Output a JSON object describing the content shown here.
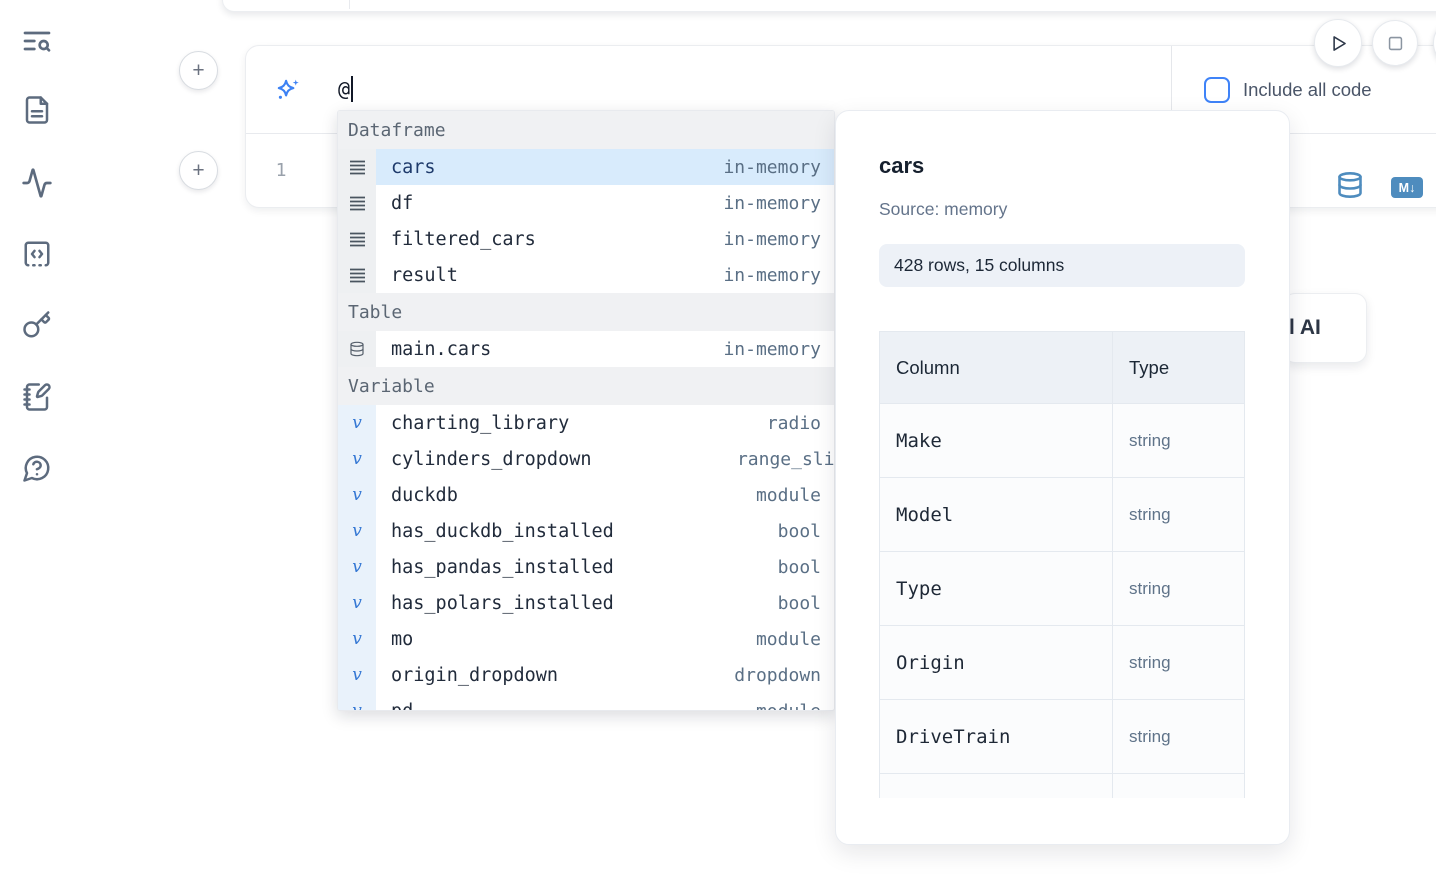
{
  "sidebar": {
    "items": [
      {
        "icon": "toc-search-icon"
      },
      {
        "icon": "documentation-icon"
      },
      {
        "icon": "tracing-icon"
      },
      {
        "icon": "snippets-icon"
      },
      {
        "icon": "shortcuts-icon"
      },
      {
        "icon": "scratchpad-icon"
      },
      {
        "icon": "help-icon"
      }
    ]
  },
  "toolbar": {
    "run_icon": "play-icon",
    "stop_icon": "stop-icon"
  },
  "ai_prompt": {
    "value": "@",
    "sparkle_icon": "sparkles-icon",
    "include_all_code_label": "Include all code",
    "checkbox_checked": false
  },
  "editor": {
    "line_number": "1",
    "database_icon": "database-icon",
    "markdown_badge": "M↓"
  },
  "autocomplete": {
    "sections": [
      {
        "label": "Dataframe",
        "items": [
          {
            "icon": "dataframe-icon",
            "name": "cars",
            "type": "in-memory",
            "selected": true
          },
          {
            "icon": "dataframe-icon",
            "name": "df",
            "type": "in-memory",
            "selected": false
          },
          {
            "icon": "dataframe-icon",
            "name": "filtered_cars",
            "type": "in-memory",
            "selected": false
          },
          {
            "icon": "dataframe-icon",
            "name": "result",
            "type": "in-memory",
            "selected": false
          }
        ]
      },
      {
        "label": "Table",
        "items": [
          {
            "icon": "database-icon",
            "name": "main.cars",
            "type": "in-memory",
            "selected": false
          }
        ]
      },
      {
        "label": "Variable",
        "items": [
          {
            "icon": "variable-icon",
            "name": "charting_library",
            "type": "radio",
            "selected": false
          },
          {
            "icon": "variable-icon",
            "name": "cylinders_dropdown",
            "type": "range_slider",
            "selected": false
          },
          {
            "icon": "variable-icon",
            "name": "duckdb",
            "type": "module",
            "selected": false
          },
          {
            "icon": "variable-icon",
            "name": "has_duckdb_installed",
            "type": "bool",
            "selected": false
          },
          {
            "icon": "variable-icon",
            "name": "has_pandas_installed",
            "type": "bool",
            "selected": false
          },
          {
            "icon": "variable-icon",
            "name": "has_polars_installed",
            "type": "bool",
            "selected": false
          },
          {
            "icon": "variable-icon",
            "name": "mo",
            "type": "module",
            "selected": false
          },
          {
            "icon": "variable-icon",
            "name": "origin_dropdown",
            "type": "dropdown",
            "selected": false
          },
          {
            "icon": "variable-icon",
            "name": "pd",
            "type": "module",
            "selected": false,
            "clipped": true
          }
        ]
      }
    ]
  },
  "preview_panel": {
    "title": "cars",
    "source_label": "Source: memory",
    "shape_badge": "428 rows, 15 columns",
    "schema_table": {
      "headers": [
        "Column",
        "Type"
      ],
      "rows": [
        {
          "column": "Make",
          "type": "string"
        },
        {
          "column": "Model",
          "type": "string"
        },
        {
          "column": "Type",
          "type": "string"
        },
        {
          "column": "Origin",
          "type": "string"
        },
        {
          "column": "DriveTrain",
          "type": "string"
        }
      ]
    }
  },
  "ai_card": {
    "visible_text": "l AI"
  },
  "colors": {
    "accent_blue": "#3f83f8",
    "icon_blue": "#4e8cbe",
    "selection_blue": "#d8ebfc",
    "sidebar_icon": "#5d6b7e"
  }
}
